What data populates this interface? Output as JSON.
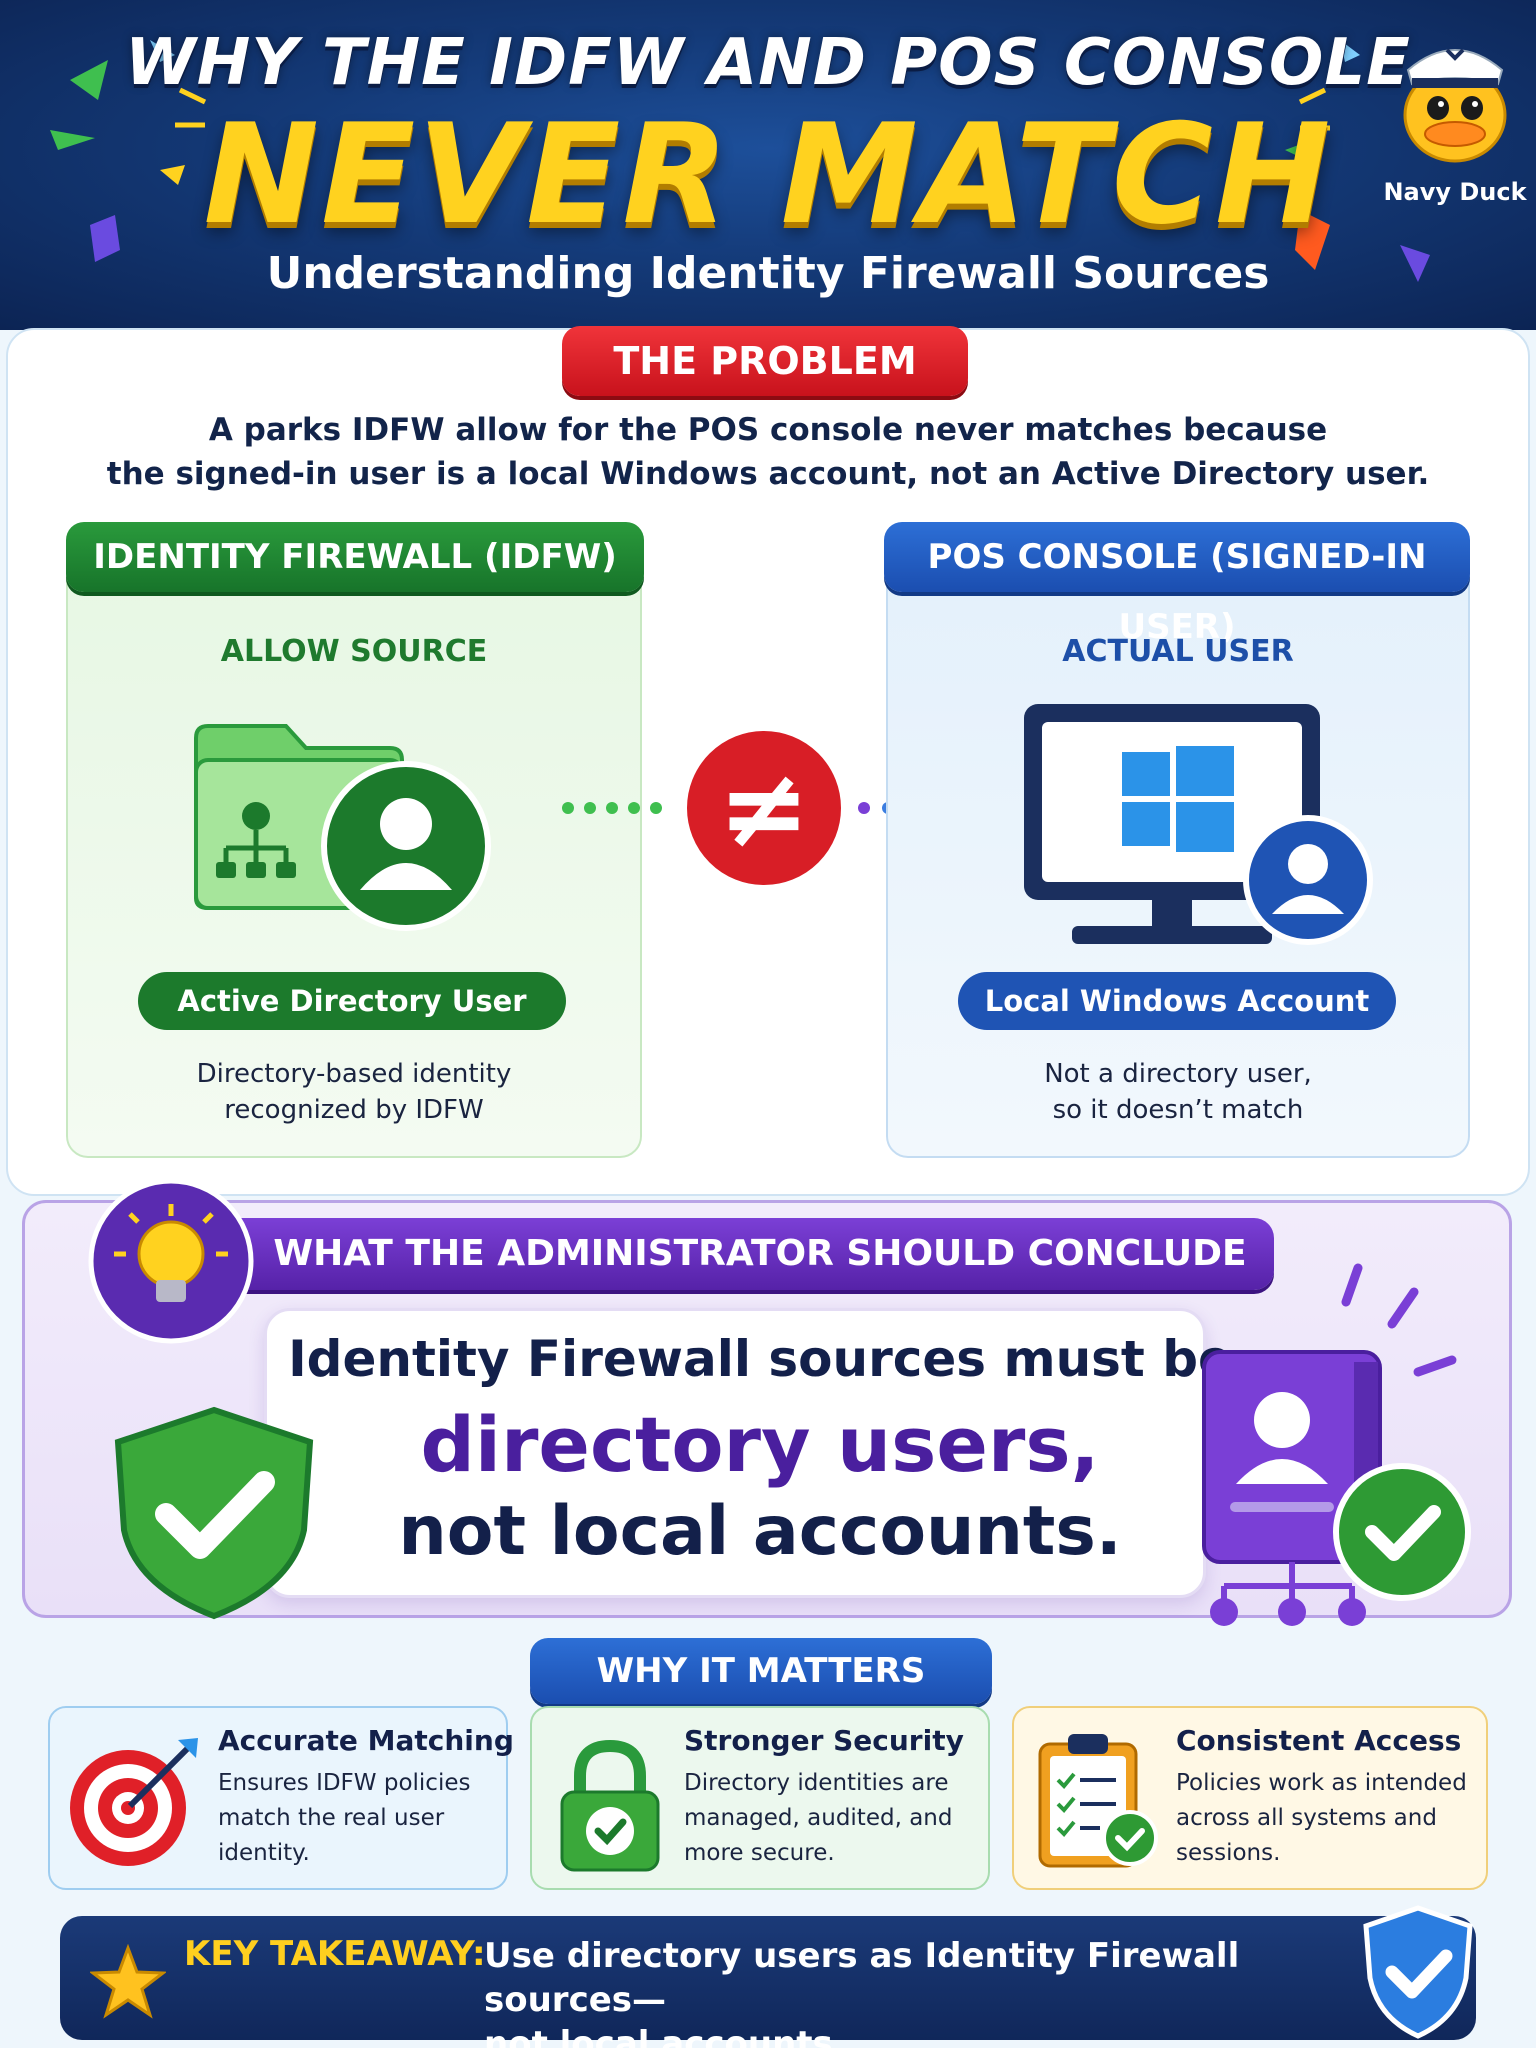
{
  "header": {
    "title_line1": "WHY THE IDFW AND POS CONSOLE",
    "title_line2": "NEVER MATCH",
    "subtitle": "Understanding Identity Firewall Sources",
    "mascot_label": "Navy Duck"
  },
  "problem": {
    "badge": "THE PROBLEM",
    "text_line1": "A parks IDFW allow for the POS console never matches because",
    "text_line2": "the signed-in user is a local Windows account, not an Active Directory user."
  },
  "idfw": {
    "header": "IDENTITY FIREWALL (IDFW)",
    "subheader": "ALLOW SOURCE",
    "badge": "Active Directory User",
    "desc_line1": "Directory-based identity",
    "desc_line2": "recognized by IDFW"
  },
  "pos": {
    "header": "POS CONSOLE (SIGNED-IN USER)",
    "subheader": "ACTUAL USER",
    "badge": "Local Windows Account",
    "desc_line1": "Not a directory user,",
    "desc_line2": "so it doesn’t match"
  },
  "comparison_symbol": "≠",
  "conclusion": {
    "header": "WHAT THE ADMINISTRATOR SHOULD CONCLUDE",
    "line1": "Identity Firewall sources must be",
    "line2": "directory users,",
    "line3": "not local accounts."
  },
  "why": {
    "header": "WHY IT MATTERS",
    "cards": [
      {
        "title": "Accurate Matching",
        "line1": "Ensures IDFW policies",
        "line2": "match the real user",
        "line3": "identity.",
        "icon": "target-icon"
      },
      {
        "title": "Stronger Security",
        "line1": "Directory identities are",
        "line2": "managed, audited, and",
        "line3": "more secure.",
        "icon": "lock-icon"
      },
      {
        "title": "Consistent Access",
        "line1": "Policies work as intended",
        "line2": "across all systems and",
        "line3": "sessions.",
        "icon": "clipboard-check-icon"
      }
    ]
  },
  "takeaway": {
    "label": "KEY TAKEAWAY:",
    "line1": "Use directory users as Identity Firewall sources—",
    "line2": "not local accounts."
  },
  "colors": {
    "header_bg": "#143a78",
    "title_yellow": "#ffd21f",
    "problem_red": "#d81e26",
    "idfw_green": "#1c7a2c",
    "pos_blue": "#1f54b4",
    "conclusion_purple": "#5622a8"
  }
}
